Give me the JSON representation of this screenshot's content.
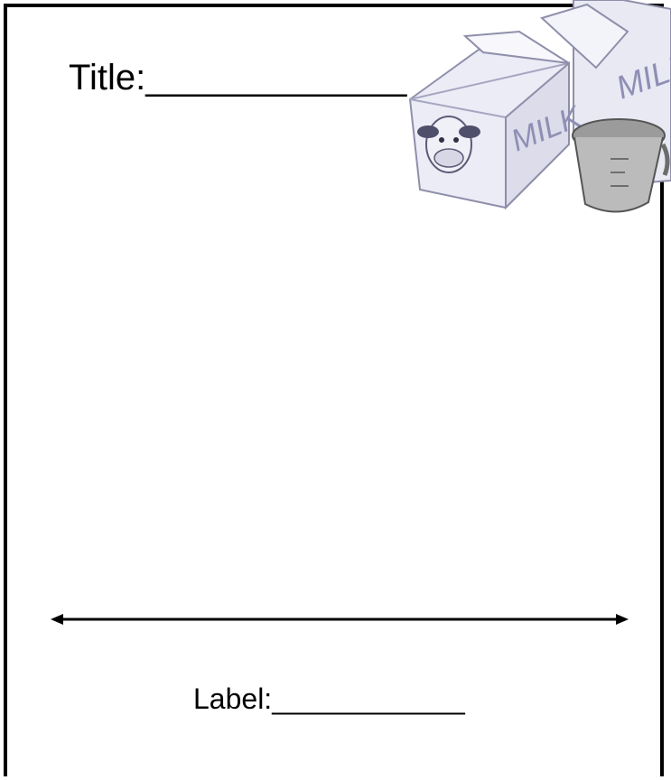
{
  "worksheet": {
    "title_line": "Title:_____________",
    "label_line": "Label:____________"
  },
  "clipart": {
    "carton_text_front": "MILK",
    "carton_text_back": "MILK"
  },
  "colors": {
    "border": "#000000",
    "carton": "#ececf6",
    "carton_shadow": "#c9c9de",
    "cup": "#b8b8b8"
  },
  "icons": [
    "milk-carton-icon",
    "measuring-cup-icon",
    "cow-face-icon",
    "double-arrow-icon"
  ]
}
